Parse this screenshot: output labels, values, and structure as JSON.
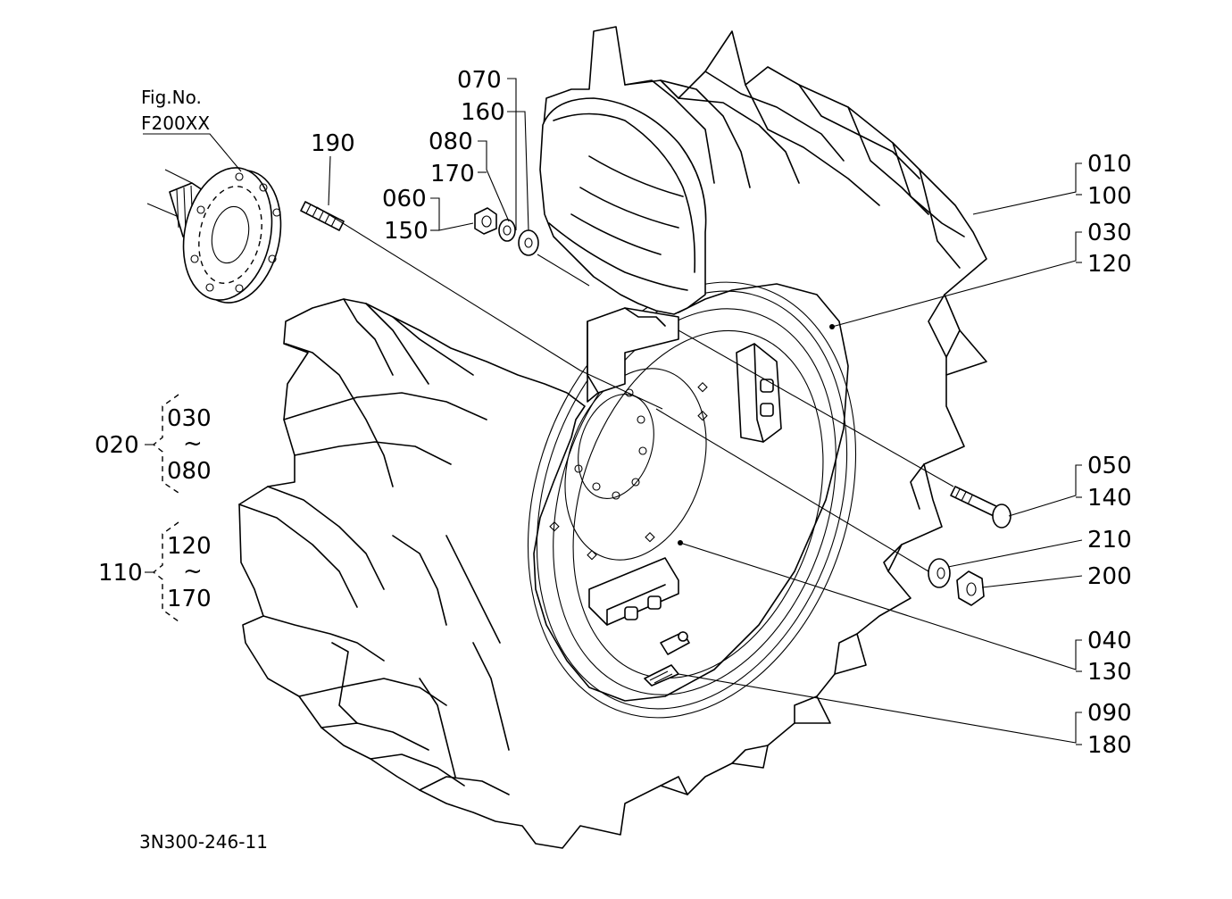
{
  "figure": {
    "fig_no_label": "Fig.No.",
    "fig_no_value": "F200XX",
    "drawing_id": "3N300-246-11"
  },
  "callouts": {
    "c070": "070",
    "c160": "160",
    "c080": "080",
    "c170": "170",
    "c060": "060",
    "c150": "150",
    "c190": "190",
    "c010": "010",
    "c100": "100",
    "c030": "030",
    "c120": "120",
    "c050": "050",
    "c140": "140",
    "c210": "210",
    "c200": "200",
    "c040": "040",
    "c130": "130",
    "c090": "090",
    "c180": "180"
  },
  "assemblies": {
    "a020": {
      "number": "020",
      "from": "030",
      "to": "080",
      "tilde": "~"
    },
    "a110": {
      "number": "110",
      "from": "120",
      "to": "170",
      "tilde": "~"
    }
  }
}
